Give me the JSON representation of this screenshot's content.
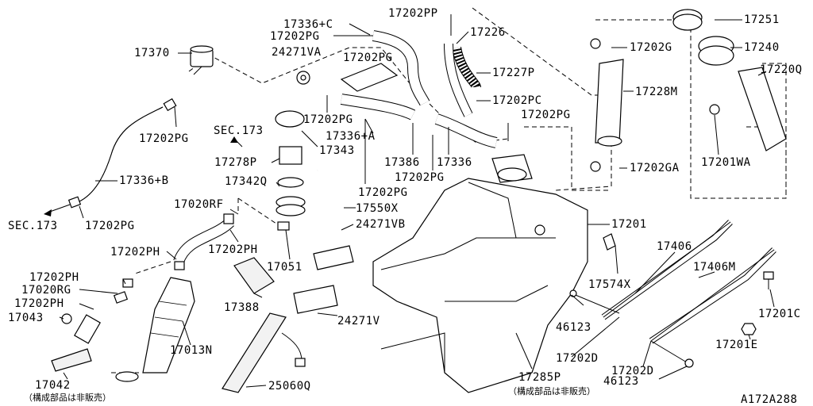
{
  "diagram": {
    "labels": {
      "p17336_C": "17336+C",
      "p17202PP": "17202PP",
      "p17251": "17251",
      "p17202PG_top": "17202PG",
      "p17226": "17226",
      "p17370": "17370",
      "p24271VA": "24271VA",
      "p17202PG_mid": "17202PG",
      "p17202G": "17202G",
      "p17240": "17240",
      "p17227P": "17227P",
      "p17220Q": "17220Q",
      "p17228M": "17228M",
      "p17202PC": "17202PC",
      "p17202PG_a": "17202PG",
      "p17202PG_b": "17202PG",
      "p17202PG_left": "17202PG",
      "p17336_A": "17336+A",
      "p17343": "17343",
      "sec173_top": "SEC.173",
      "p17386": "17386",
      "p17336": "17336",
      "p17202PG_c": "17202PG",
      "p17201WA": "17201WA",
      "p17278P": "17278P",
      "p17202GA": "17202GA",
      "p17336_B": "17336+B",
      "p17342Q": "17342Q",
      "p17202PG_d": "17202PG",
      "p17020RF": "17020RF",
      "p17550X": "17550X",
      "p17201": "17201",
      "sec173_left": "SEC.173",
      "p17202PG_e": "17202PG",
      "p24271VB": "24271VB",
      "p17406": "17406",
      "p17202PH_a": "17202PH",
      "p17202PH_b": "17202PH",
      "p17051": "17051",
      "p17406M": "17406M",
      "p17202PH_c": "17202PH",
      "p17020RG": "17020RG",
      "p17574X": "17574X",
      "p17202PH_d": "17202PH",
      "p17388": "17388",
      "p17201C": "17201C",
      "p17043": "17043",
      "p24271V": "24271V",
      "p46123_a": "46123",
      "p17013N": "17013N",
      "p17201E": "17201E",
      "p17202D_a": "17202D",
      "p17202D_b": "17202D",
      "p17285P": "17285P",
      "p46123_b": "46123",
      "p17042": "17042",
      "p25060Q": "25060Q",
      "note_left": "（構成部品は非販売）",
      "note_right": "（構成部品は非販売）",
      "diagram_id": "A172A288"
    }
  }
}
